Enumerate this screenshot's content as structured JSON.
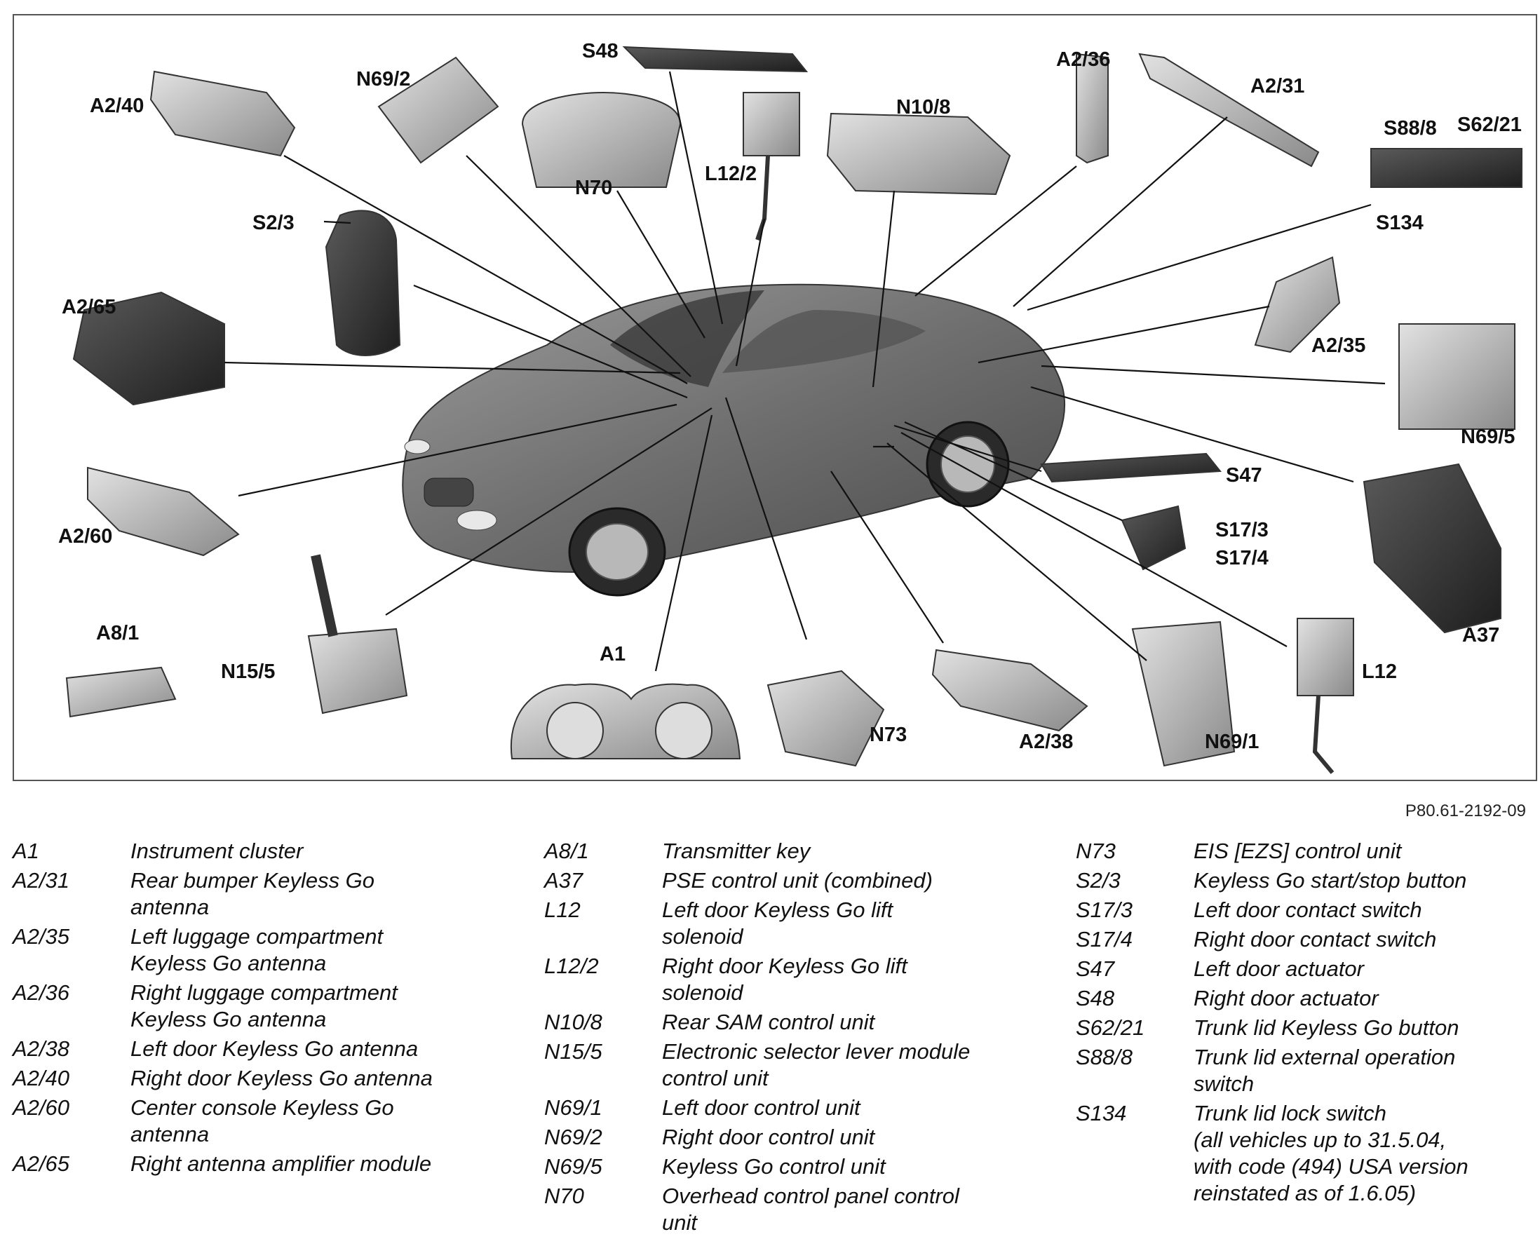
{
  "figure_ref": "P80.61-2192-09",
  "callouts": {
    "A2_40": "A2/40",
    "N69_2": "N69/2",
    "S48": "S48",
    "N70": "N70",
    "L12_2": "L12/2",
    "N10_8": "N10/8",
    "A2_36": "A2/36",
    "A2_31": "A2/31",
    "S88_8": "S88/8",
    "S62_21": "S62/21",
    "S134": "S134",
    "S2_3": "S2/3",
    "A2_65": "A2/65",
    "A2_35": "A2/35",
    "N69_5": "N69/5",
    "S47": "S47",
    "S17_3": "S17/3",
    "S17_4": "S17/4",
    "A37": "A37",
    "A2_60": "A2/60",
    "A8_1": "A8/1",
    "N15_5": "N15/5",
    "A1": "A1",
    "N73": "N73",
    "A2_38": "A2/38",
    "N69_1": "N69/1",
    "L12": "L12"
  },
  "legend": [
    [
      {
        "code": "A1",
        "desc": "Instrument cluster"
      },
      {
        "code": "A2/31",
        "desc": "Rear bumper Keyless Go\nantenna"
      },
      {
        "code": "A2/35",
        "desc": "Left luggage compartment\nKeyless Go antenna"
      },
      {
        "code": "A2/36",
        "desc": "Right luggage compartment\nKeyless Go antenna"
      },
      {
        "code": "A2/38",
        "desc": "Left door Keyless Go antenna"
      },
      {
        "code": "A2/40",
        "desc": "Right door Keyless Go antenna"
      },
      {
        "code": "A2/60",
        "desc": "Center console Keyless Go\nantenna"
      },
      {
        "code": "A2/65",
        "desc": "Right antenna amplifier module"
      }
    ],
    [
      {
        "code": "A8/1",
        "desc": "Transmitter key"
      },
      {
        "code": "A37",
        "desc": "PSE control unit (combined)"
      },
      {
        "code": "L12",
        "desc": "Left door Keyless Go lift\nsolenoid"
      },
      {
        "code": "L12/2",
        "desc": "Right door Keyless Go lift\nsolenoid"
      },
      {
        "code": "N10/8",
        "desc": "Rear SAM control unit"
      },
      {
        "code": "N15/5",
        "desc": "Electronic selector lever module\ncontrol unit"
      },
      {
        "code": "N69/1",
        "desc": "Left door control unit"
      },
      {
        "code": "N69/2",
        "desc": "Right door control unit"
      },
      {
        "code": "N69/5",
        "desc": "Keyless Go control unit"
      },
      {
        "code": "N70",
        "desc": "Overhead control panel control\nunit"
      }
    ],
    [
      {
        "code": "N73",
        "desc": "EIS [EZS] control unit"
      },
      {
        "code": "S2/3",
        "desc": "Keyless Go start/stop button"
      },
      {
        "code": "S17/3",
        "desc": "Left door contact switch"
      },
      {
        "code": "S17/4",
        "desc": "Right door contact switch"
      },
      {
        "code": "S47",
        "desc": "Left door actuator"
      },
      {
        "code": "S48",
        "desc": "Right door actuator"
      },
      {
        "code": "S62/21",
        "desc": "Trunk lid Keyless Go button"
      },
      {
        "code": "S88/8",
        "desc": "Trunk lid external operation\nswitch"
      },
      {
        "code": "S134",
        "desc": "Trunk lid lock switch\n(all vehicles up to 31.5.04,\nwith code (494) USA version\nreinstated as of 1.6.05)"
      }
    ]
  ]
}
